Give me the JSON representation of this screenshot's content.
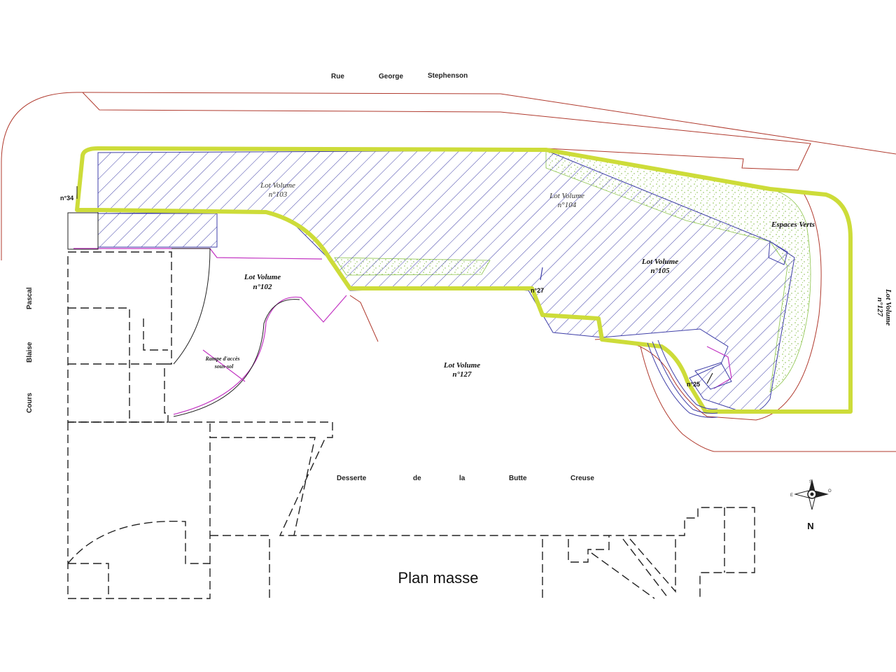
{
  "streets": {
    "top": [
      "Rue",
      "George",
      "Stephenson"
    ],
    "left": [
      "Cours",
      "Blaise",
      "Pascal"
    ],
    "bottom": [
      "Desserte",
      "de",
      "la",
      "Butte",
      "Creuse"
    ]
  },
  "lots": {
    "lot103": [
      "Lot Volume",
      "n°103"
    ],
    "lot104": [
      "Lot Volume",
      "n°104"
    ],
    "lot105": [
      "Lot Volume",
      "n°105"
    ],
    "lot102": [
      "Lot Volume",
      "n°102"
    ],
    "lot127": [
      "Lot Volume",
      "n°127"
    ],
    "lot127_right": [
      "Lot Volume",
      "n°127"
    ]
  },
  "areas": {
    "green": "Espaces Verts",
    "ramp": [
      "Rampe d'accès",
      "sous-sol"
    ]
  },
  "markers": {
    "m34": "n°34",
    "m27": "n°27",
    "m25": "n°25"
  },
  "compass": {
    "north": "N",
    "small": [
      "S",
      "E",
      "O"
    ]
  },
  "caption": "Plan masse",
  "colors": {
    "boundary_yellow": "#cddc39",
    "hatch_blue": "#3f3fa8",
    "street_red": "#b03a2e",
    "green_space": "#8bc34a",
    "outline_magenta": "#c233c2"
  }
}
